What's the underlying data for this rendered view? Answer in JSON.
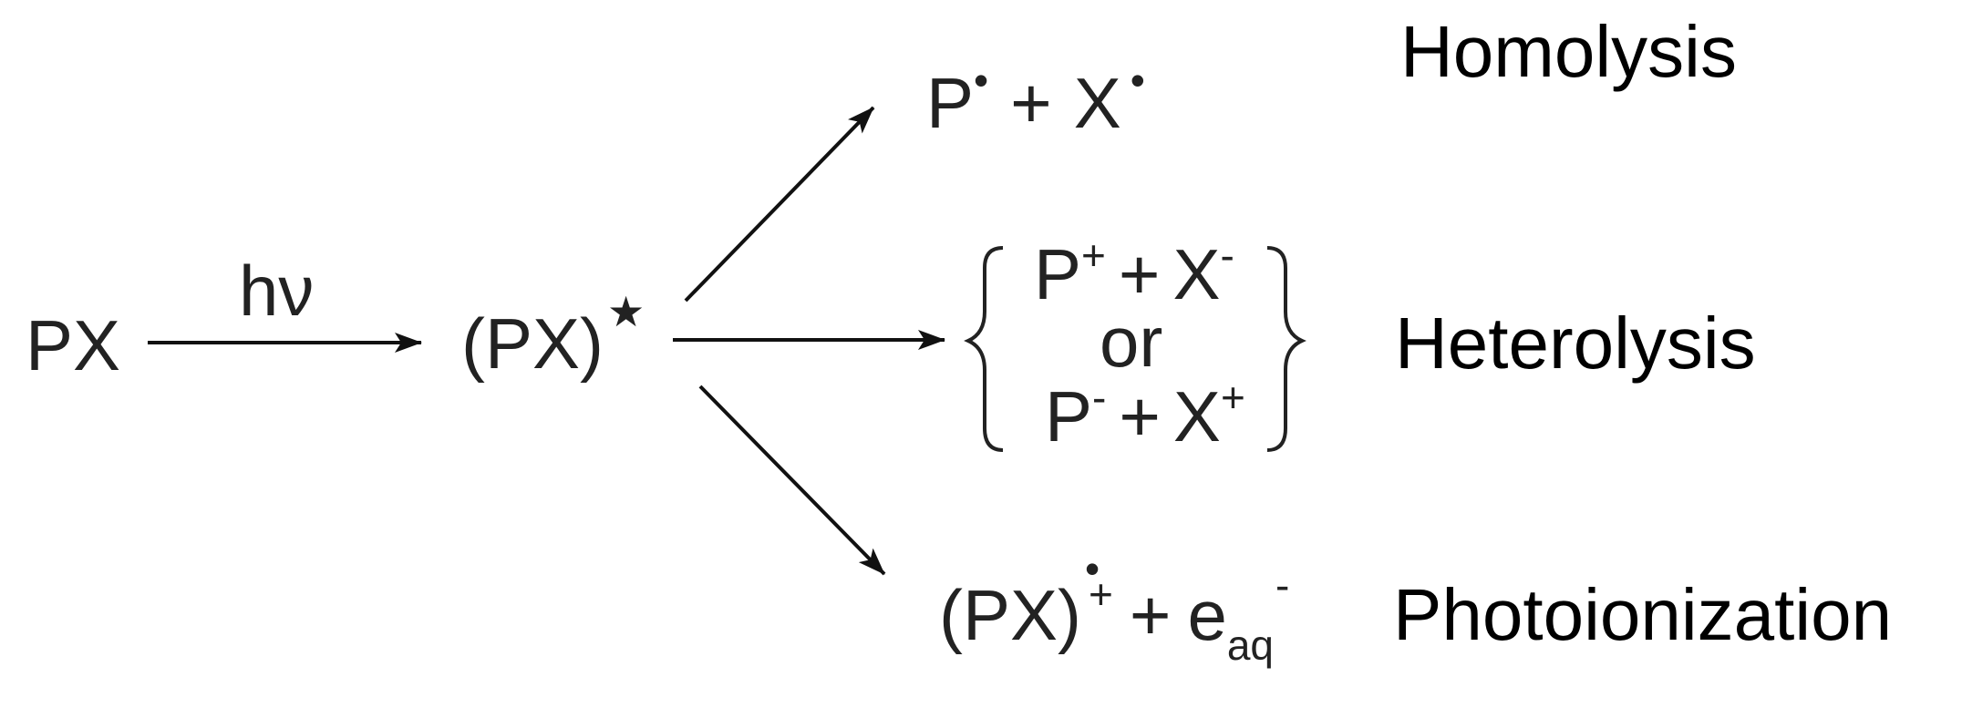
{
  "reactant": "PX",
  "light_label": "hν",
  "excited": {
    "base": "(PX)",
    "mark": "★"
  },
  "homolysis": {
    "p": "P",
    "p_mark": "•",
    "plus": "+",
    "x": "X",
    "x_mark": "•",
    "label": "Homolysis"
  },
  "heterolysis": {
    "line1": {
      "p": "P",
      "p_charge": "+",
      "plus": "+",
      "x": "X",
      "x_charge": "-"
    },
    "or": "or",
    "line2": {
      "p": "P",
      "p_charge": "-",
      "plus": "+",
      "x": "X",
      "x_charge": "+"
    },
    "label": "Heterolysis"
  },
  "photoionization": {
    "cation": "(PX)",
    "cation_dot": "•",
    "cation_charge": "+",
    "plus": "+",
    "e": "e",
    "e_sub": "aq",
    "e_charge": "-",
    "label": "Photoionization"
  }
}
